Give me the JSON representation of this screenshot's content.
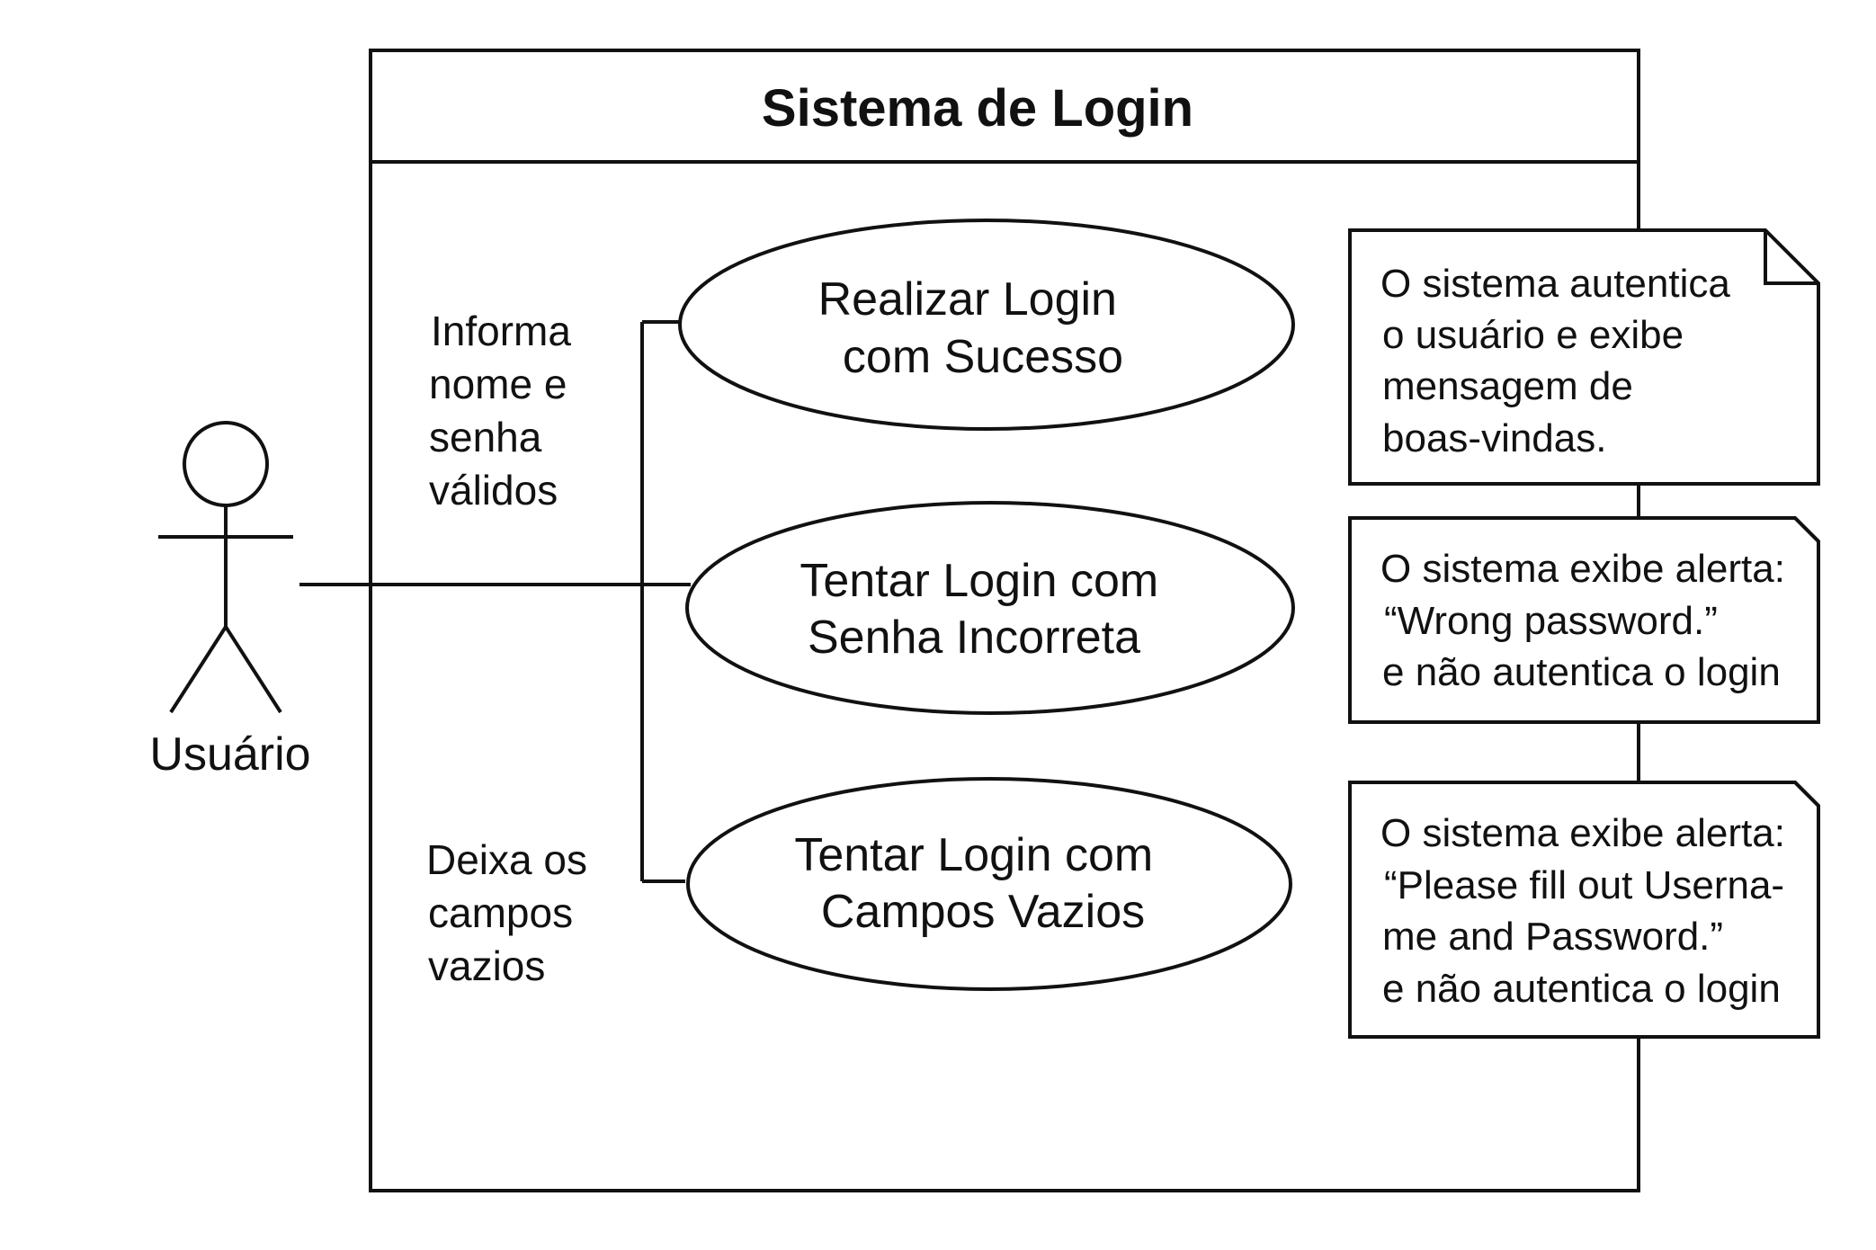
{
  "system": {
    "title": "Sistema de Login"
  },
  "actor": {
    "name": "Usuário"
  },
  "edge_labels": {
    "valid": [
      "Informa",
      "nome e",
      "senha",
      "válidos"
    ],
    "empty": [
      "Deixa os",
      "campos",
      "vazios"
    ]
  },
  "use_cases": [
    {
      "lines": [
        "Realizar Login",
        "com Sucesso"
      ]
    },
    {
      "lines": [
        "Tentar Login com",
        "Senha Incorreta"
      ]
    },
    {
      "lines": [
        "Tentar Login com",
        "Campos Vazios"
      ]
    }
  ],
  "notes": [
    {
      "lines": [
        "O sistema autentica",
        "o usuário e exibe",
        "mensagem de",
        "boas-vindas."
      ]
    },
    {
      "lines": [
        "O sistema exibe alerta:",
        "“Wrong password.”",
        "e não autentica o login"
      ]
    },
    {
      "lines": [
        "O sistema exibe alerta:",
        "“Please fill out Userna-",
        "me and Password.”",
        "e não autentica o login"
      ]
    }
  ]
}
